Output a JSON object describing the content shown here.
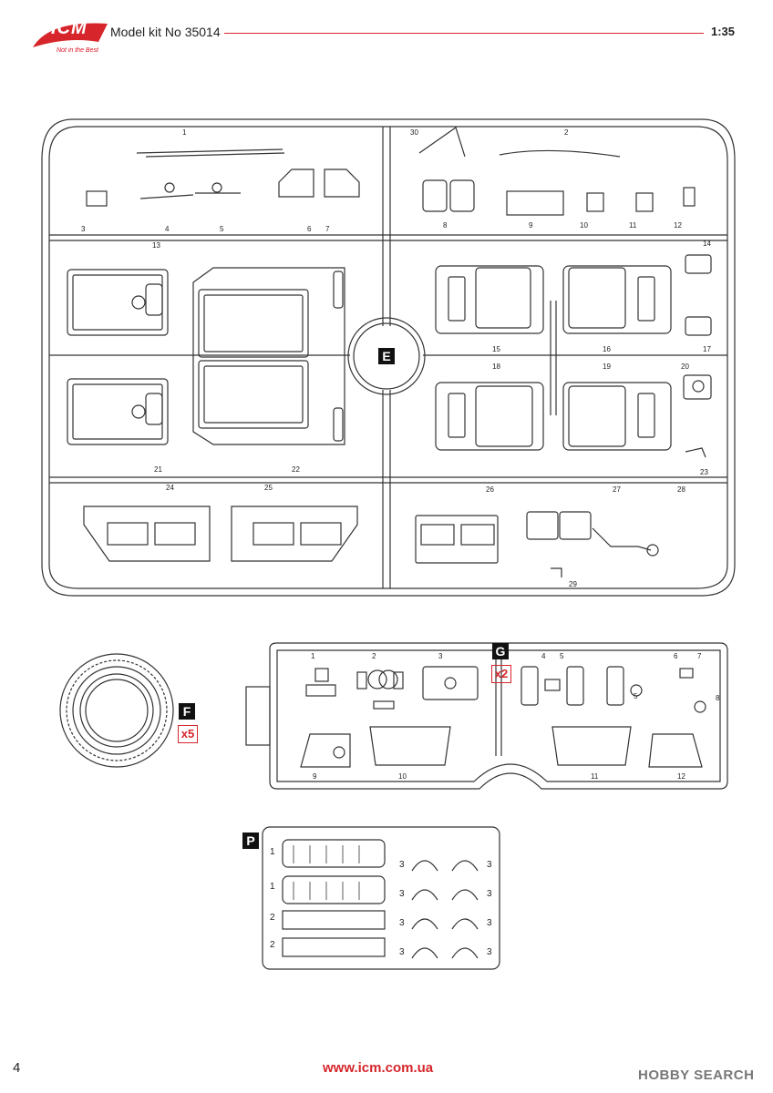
{
  "header": {
    "brand": "ICM",
    "tagline": "Not in the Best",
    "kit_title": "Model kit No 35014",
    "scale": "1:35"
  },
  "footer": {
    "page_number": "4",
    "website": "www.icm.com.ua",
    "watermark": "HOBBY SEARCH"
  },
  "sprue_e": {
    "letter": "E",
    "part_numbers": [
      "1",
      "2",
      "3",
      "4",
      "5",
      "6",
      "7",
      "8",
      "9",
      "10",
      "11",
      "12",
      "13",
      "14",
      "15",
      "16",
      "17",
      "18",
      "19",
      "20",
      "21",
      "22",
      "23",
      "24",
      "25",
      "26",
      "27",
      "28",
      "29",
      "30"
    ]
  },
  "sprue_f": {
    "letter": "F",
    "multiplier": "x5"
  },
  "sprue_g": {
    "letter": "G",
    "multiplier": "x2",
    "part_numbers": [
      "1",
      "2",
      "3",
      "4",
      "5",
      "5",
      "6",
      "7",
      "8",
      "9",
      "10",
      "11",
      "12"
    ]
  },
  "photo_etch_p": {
    "letter": "P",
    "left_labels": [
      "1",
      "1",
      "2",
      "2"
    ],
    "hoop_label": "3"
  }
}
